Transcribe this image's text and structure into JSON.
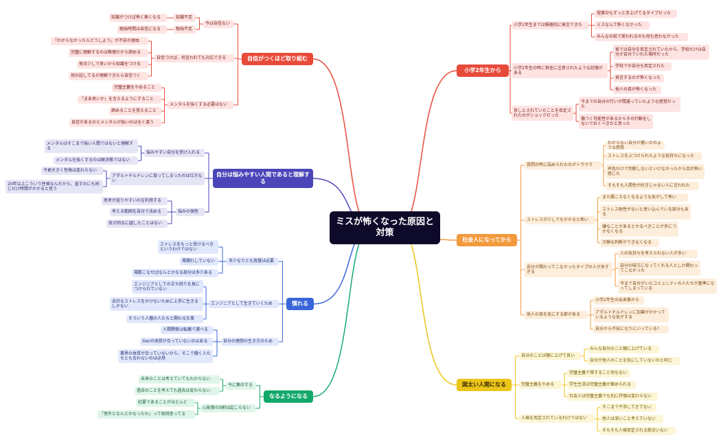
{
  "root": "ミスが怖くなった原因と対策",
  "branches": {
    "elementary": {
      "label": "小学2年生から",
      "items": [
        {
          "label": "小学1年生までは積極的に発言できた",
          "children": [
            "授業中もずっと手上げてるタイプだった",
            "ミスなんて怖くなかった",
            "みんなの前で笑われるのも何も思わなかった"
          ]
        },
        {
          "label": "小学2年生の時に担任に注意されたような記憶がある",
          "children": [
            "家では自分を否定されていたから、学校だけは自分が自分でいれた場所だった",
            "学校での自分も否定された",
            "発言するのが怖くなった",
            "他人の目が怖くなった"
          ]
        },
        {
          "label": "良しとされていたことを否定されたのがショックだった",
          "children": [
            "今までの自分の行いが間違っていたような感覚だった",
            "傷つく可能性があるからその行動をしないでおくべきだと思った"
          ]
        }
      ]
    },
    "work": {
      "label": "社会人になってから",
      "items": [
        {
          "label": "質問の時に詰められたのがトラウマ",
          "children": [
            "わからない自分が悪いかのような感覚",
            "ストレスをぶつけられたような気持ちになった",
            "声色だけで判断しないといけなかったから余計怖い感じた",
            "そもそも人間性が好きじゃない人に言われた"
          ]
        },
        {
          "label": "ストレスが少しでもかかると怖い",
          "children": [
            "また聞こえなくなるような気がして怖い",
            "ストレス耐性がないと思い込んでいる部分もある",
            "嫌なことがあるとやるべきことが手につかなくなる",
            "冷静な判断ができなくなる"
          ]
        },
        {
          "label": "自分が関わってこなかったタイプの人が多すぎる",
          "children": [
            "人の気持ちを考えられない人が多い",
            "自分の味方になってくれる人としか関わってこなかった",
            "今まで自分がいたコミュニティの人たちが基準になってしまっている"
          ]
        },
        {
          "label": "他人の目を気にする節がある",
          "children": [
            "小学2年生の出来事から",
            "アダルトチルドレンに加筆がかかっているような気がする",
            "自分から不安になりにいっている?"
          ]
        }
      ]
    },
    "tough": {
      "label": "図太い人間になる",
      "items": [
        {
          "label": "自分のことは棚に上げて良い",
          "children": [
            "みんな自分のこと棚に上げている",
            "自分が他人のことを気にしていないのと同じ"
          ]
        },
        {
          "label": "完璧主義をやめる",
          "children": [
            "完璧主義で得すること何もない",
            "学生生活は完璧主義が褒められる",
            "社会人は完璧主義でも別に評価は変わらない"
          ]
        },
        {
          "label": "人格を否定されているわけではない",
          "children": [
            "そこまで干渉してきてない",
            "他人は深いこと考えていない",
            "そもそも人格否定される筋合いない"
          ]
        }
      ]
    },
    "confidence": {
      "label": "自信がつくほど取り組む",
      "items": [
        {
          "label": "今は自信ない",
          "children": [
            {
              "label": "知識不足",
              "children": [
                "知識がつけば怖く無くなる"
              ]
            },
            {
              "label": "勉強不足",
              "children": [
                "勉強時間は自信になる"
              ]
            }
          ]
        },
        {
          "label": "自信つけば、何言われても対応できる",
          "children": [
            "「わからなかったらどうしよう」が不安の理由",
            "完璧に理解するのは無理だから諦める",
            "毎日少しで良いから知識をつける",
            "何の話してるか理解できたら自信つく"
          ]
        },
        {
          "label": "メンタルを強くする必要はない",
          "children": [
            "完璧主義をやめること",
            "「まあ良いか」を言えるようにすること",
            "諦めることを覚えること",
            "自信があるのとメンタルが強いのは全く違う"
          ]
        }
      ]
    },
    "weak": {
      "label": "自分は悩みやすい人間であると理解する",
      "items": [
        {
          "label": "悩みやすい自分を受け入れる",
          "children": [
            "メンタルはそこまで強い人間ではないと理解する",
            "メンタルを強くするのは解決策ではない"
          ]
        },
        {
          "label": "アダルトチルドレンに育ってしまったのは仕方ない",
          "children": [
            "今更大きく性格は変わらない",
            "20年以上こういう性格なんだから、直すのにも同じだけ時間がかかると思う"
          ]
        },
        {
          "label": "悩みの個性",
          "children": [
            "思考が巡りやすいのを利用する",
            "考える範囲を自分で決める",
            "気が回るに越したことはない"
          ]
        }
      ]
    },
    "used": {
      "label": "慣れる",
      "items": [
        {
          "label": "多少なりとも我慢は必要",
          "children": [
            "ストレスをもっと受けるべきというわけではない",
            "場慣れしていない",
            "場数こなせばなんとかなる部分は多少ある"
          ]
        },
        {
          "label": "エンジニアとして生きていくため",
          "children": [
            "エンジニアとしての立ち回りを身につけられていない",
            "余計なストレスをかけないために上手に生きるしかない",
            "そういう人種の人たちと関わる仕事"
          ]
        },
        {
          "label": "自分の理想の生き方のため",
          "children": [
            "人間関係は転職で選べる",
            "SIerの体質が合っていないのはある",
            "業界の体質が合っていないから、そこで働く人たちとも合わないのは必然"
          ]
        }
      ]
    },
    "whatever": {
      "label": "なるようになる",
      "items": [
        {
          "label": "今に集中する",
          "children": [
            "未来のことは考えていてもわからない",
            "過去のことを考えても過去は変わらない"
          ]
        },
        {
          "label": "心配事の9割は起こらない",
          "children": [
            "杞憂であることがほとんど",
            "「意外となんとかなったわ」って毎回思ってる"
          ]
        }
      ]
    }
  }
}
